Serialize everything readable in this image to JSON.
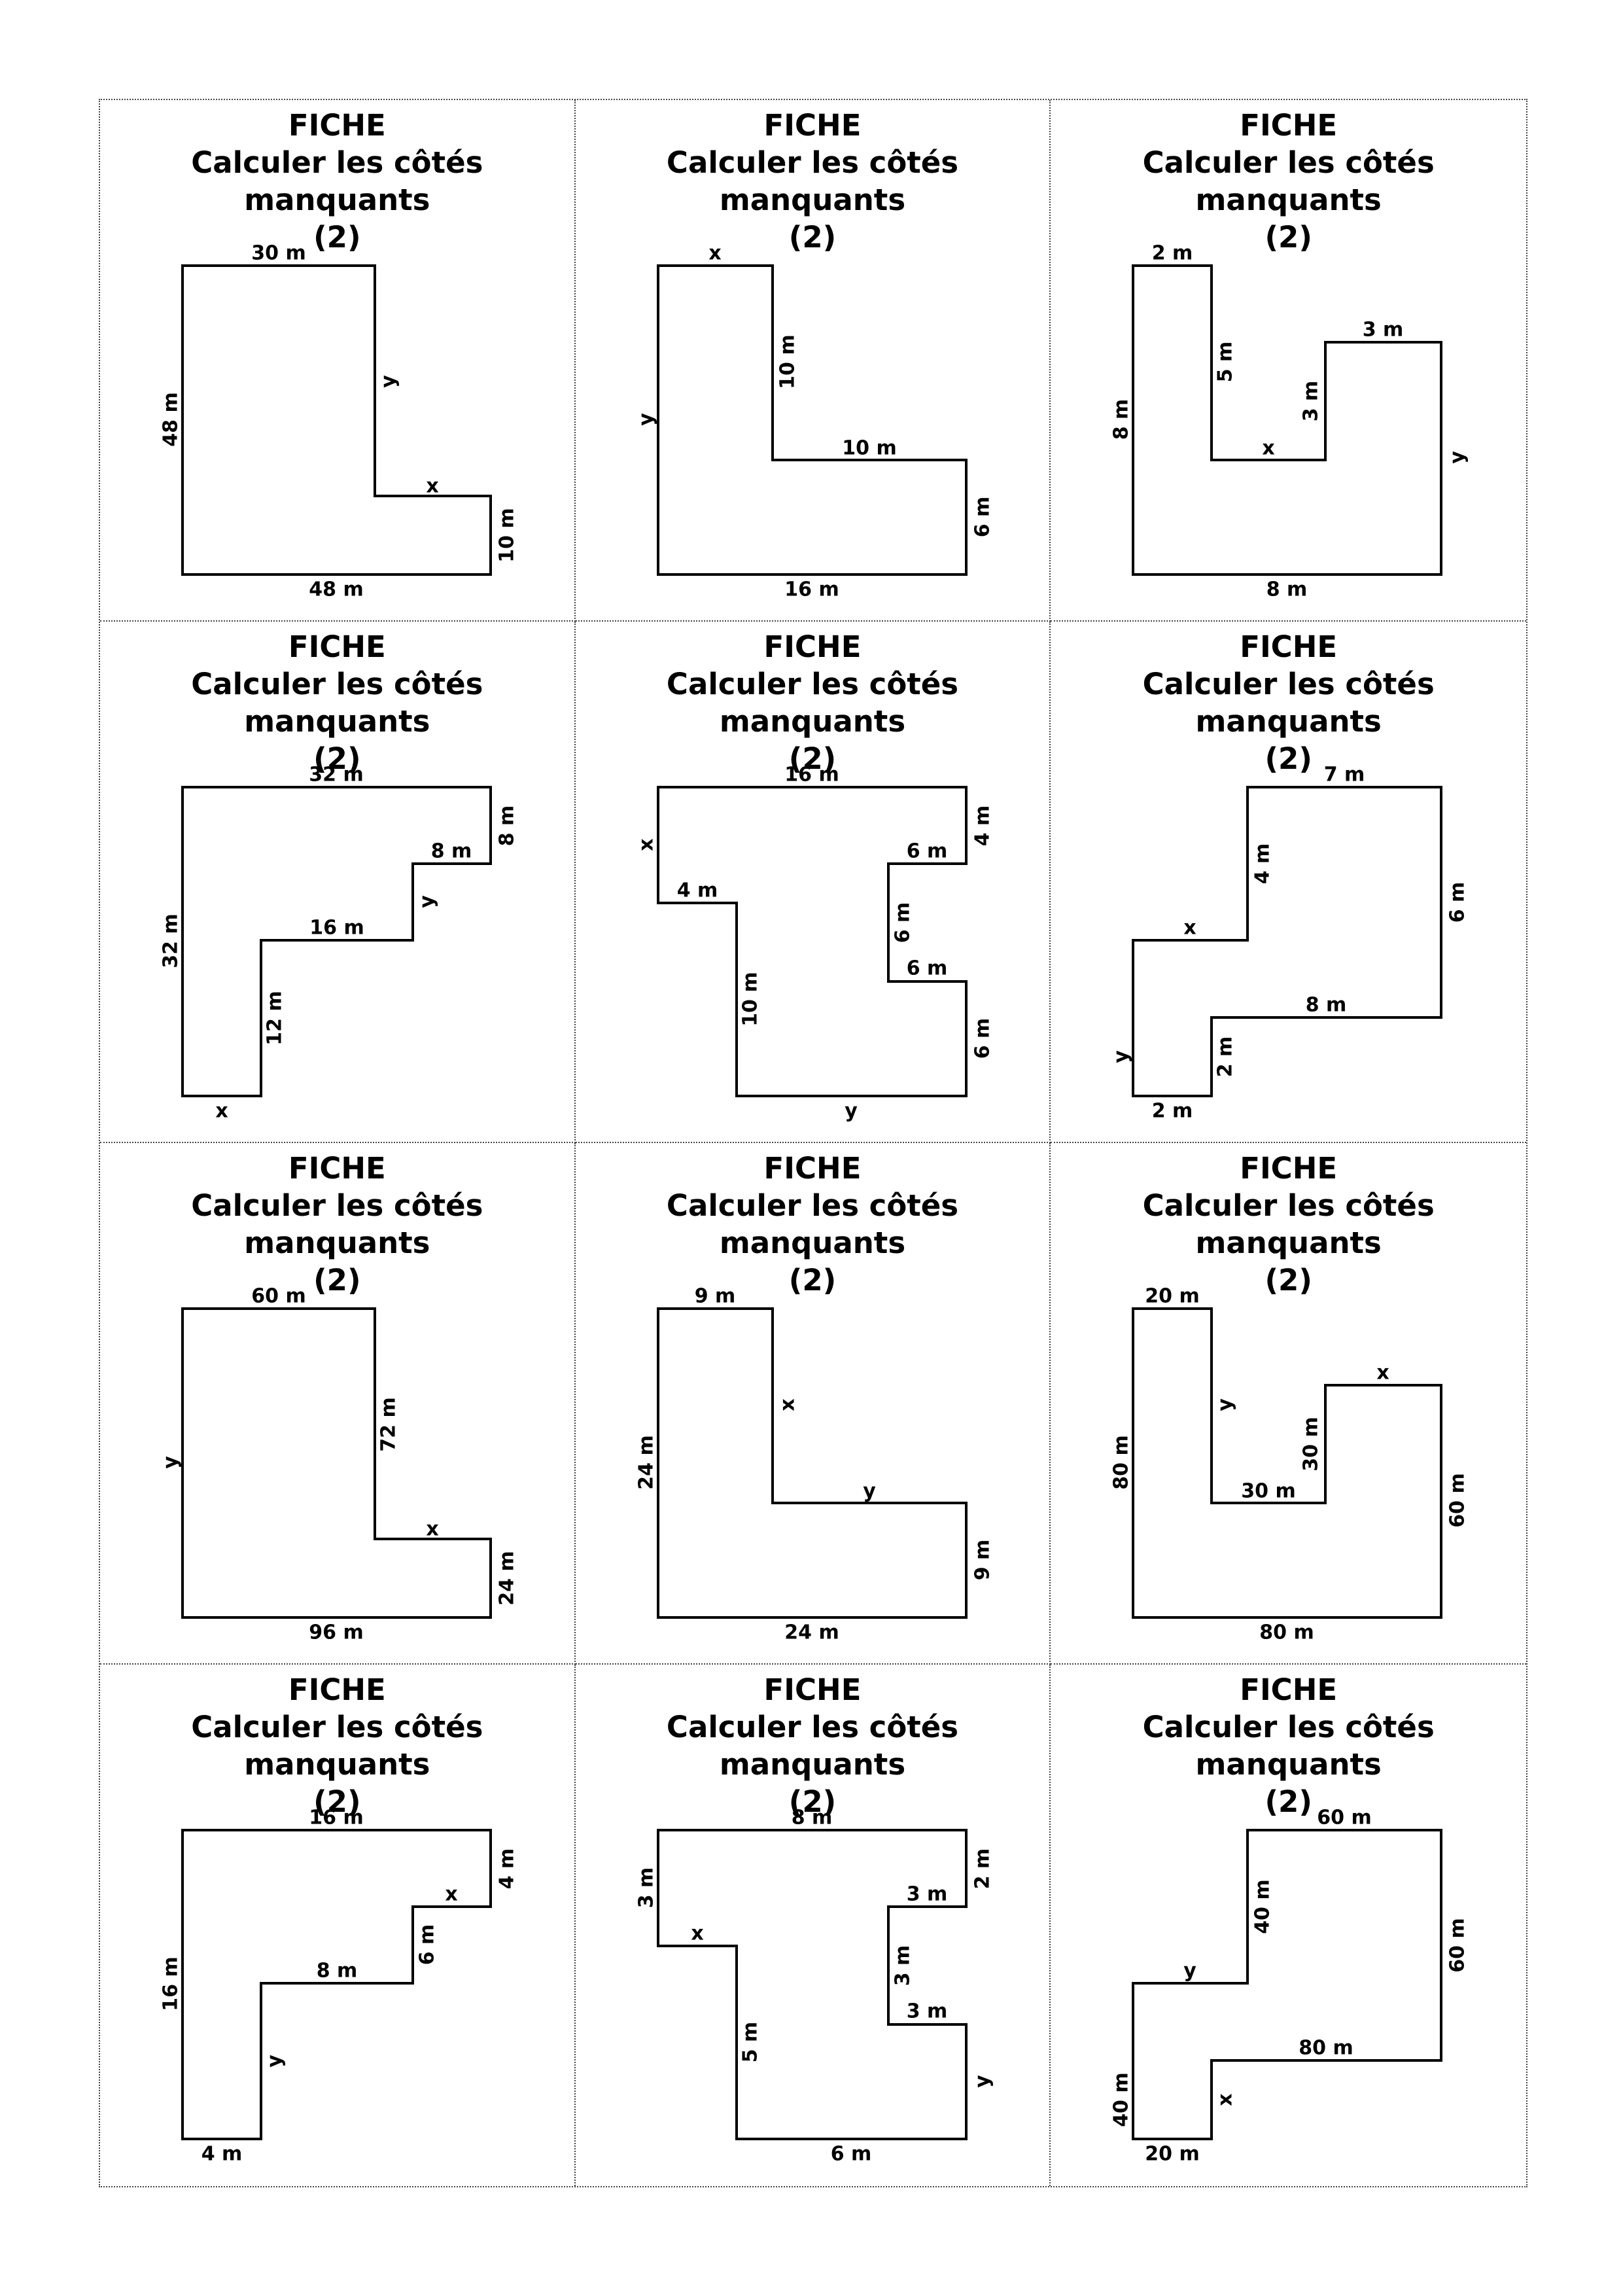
{
  "worksheet": {
    "title_line1": "FICHE",
    "title_line2": "Calculer les côtés manquants",
    "title_line3": "(2)"
  },
  "cards": [
    {
      "labels": [
        "30 m",
        "y",
        "x",
        "10 m",
        "48 m",
        "48 m"
      ]
    },
    {
      "labels": [
        "x",
        "10 m",
        "10 m",
        "6 m",
        "16 m",
        "y"
      ]
    },
    {
      "labels": [
        "2 m",
        "5 m",
        "x",
        "3 m",
        "3 m",
        "y",
        "8 m",
        "8 m"
      ]
    },
    {
      "labels": [
        "32 m",
        "8 m",
        "8 m",
        "y",
        "16 m",
        "12 m",
        "x",
        "32 m"
      ]
    },
    {
      "labels": [
        "16 m",
        "4 m",
        "6 m",
        "6 m",
        "6 m",
        "6 m",
        "y",
        "10 m",
        "4 m",
        "x"
      ]
    },
    {
      "labels": [
        "7 m",
        "6 m",
        "8 m",
        "2 m",
        "2 m",
        "y",
        "x",
        "4 m"
      ]
    },
    {
      "labels": [
        "60 m",
        "72 m",
        "x",
        "24 m",
        "96 m",
        "y"
      ]
    },
    {
      "labels": [
        "9 m",
        "x",
        "y",
        "9 m",
        "24 m",
        "24 m"
      ]
    },
    {
      "labels": [
        "20 m",
        "y",
        "30 m",
        "30 m",
        "x",
        "60 m",
        "80 m",
        "80 m"
      ]
    },
    {
      "labels": [
        "16 m",
        "4 m",
        "x",
        "6 m",
        "8 m",
        "y",
        "4 m",
        "16 m"
      ]
    },
    {
      "labels": [
        "8 m",
        "2 m",
        "3 m",
        "3 m",
        "3 m",
        "y",
        "6 m",
        "5 m",
        "x",
        "3 m"
      ]
    },
    {
      "labels": [
        "60 m",
        "60 m",
        "80 m",
        "x",
        "20 m",
        "40 m",
        "y",
        "40 m"
      ]
    }
  ]
}
